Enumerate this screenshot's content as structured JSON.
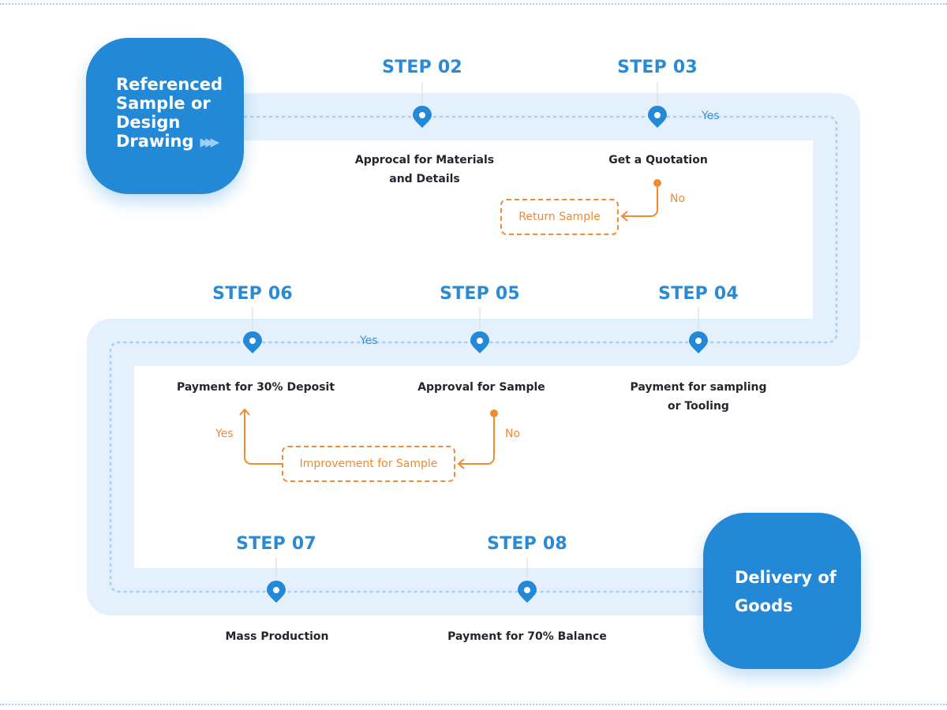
{
  "start": {
    "lines": [
      "Referenced",
      "Sample or",
      "Design",
      "Drawing"
    ],
    "arrow_icon": "triple-chevron-right-icon"
  },
  "end": {
    "lines": [
      "Delivery of",
      "Goods"
    ]
  },
  "steps": [
    {
      "title": "STEP 02",
      "caption_lines": [
        "Approcal for Materials",
        "and Details"
      ]
    },
    {
      "title": "STEP 03",
      "caption_lines": [
        "Get a Quotation"
      ]
    },
    {
      "title": "STEP 04",
      "caption_lines": [
        "Payment for sampling",
        "or Tooling"
      ]
    },
    {
      "title": "STEP 05",
      "caption_lines": [
        "Approval for Sample"
      ]
    },
    {
      "title": "STEP 06",
      "caption_lines": [
        "Payment for 30% Deposit"
      ]
    },
    {
      "title": "STEP 07",
      "caption_lines": [
        "Mass Production"
      ]
    },
    {
      "title": "STEP 08",
      "caption_lines": [
        "Payment for 70% Balance"
      ]
    }
  ],
  "branches": {
    "return_sample": "Return Sample",
    "improvement": "Improvement for Sample",
    "yes": "Yes",
    "no": "No"
  },
  "colors": {
    "primary_blue": "#2388d6",
    "step_blue": "#2a8ad4",
    "track": "#e4f0fb",
    "orange": "#f08a33",
    "text_dark": "#23272d"
  },
  "icons": {
    "step_marker": "map-pin-icon",
    "branch_marker": "dot-icon",
    "branch_arrow": "arrow-icon"
  }
}
